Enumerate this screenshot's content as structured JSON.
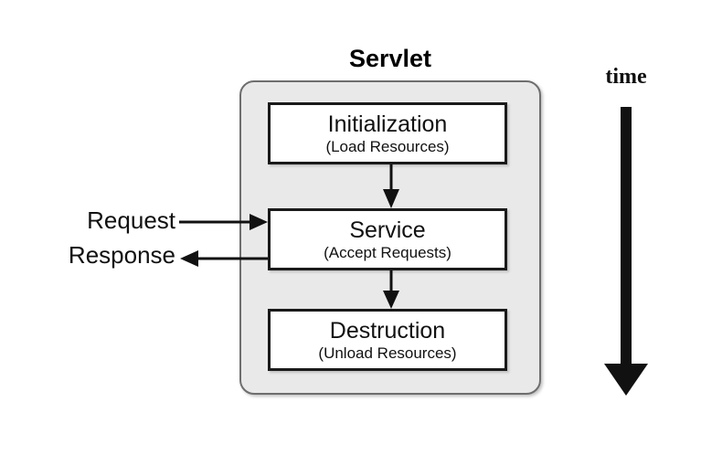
{
  "diagram": {
    "title": "Servlet",
    "phases": [
      {
        "name": "Initialization",
        "detail": "(Load Resources)"
      },
      {
        "name": "Service",
        "detail": "(Accept Requests)"
      },
      {
        "name": "Destruction",
        "detail": "(Unload Resources)"
      }
    ],
    "side_labels": {
      "request": "Request",
      "response": "Response"
    },
    "time_axis": {
      "label": "time",
      "direction": "down"
    },
    "colors": {
      "background": "#ffffff",
      "container_fill": "#e9e9e9",
      "container_border": "#6e6e6e",
      "box_fill": "#ffffff",
      "box_border": "#1a1a1a",
      "text": "#111111",
      "arrow": "#111111"
    }
  }
}
